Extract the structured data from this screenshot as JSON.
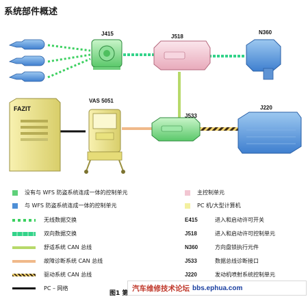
{
  "title": "系统部件概述",
  "components": {
    "j415": "J415",
    "j518": "J518",
    "n360": "N360",
    "vas": "VAS 5051",
    "j533": "J533",
    "j220": "J220",
    "fazit": "FAZIT"
  },
  "legend": {
    "color_items": [
      {
        "text": "没有与 WFS 防盗系统连成一体的控制单元",
        "color": "#5fd07a"
      },
      {
        "text": "与 WFS 防盗系统连成一体的控制单元",
        "color": "#4e8fd6"
      },
      {
        "text": "主控制单元",
        "color": "#f2c6d2"
      },
      {
        "text": "PC 机/大型计算机",
        "color": "#f3f0a0"
      }
    ],
    "line_items": [
      {
        "text": "无线数据交换",
        "color": "#3cd060",
        "style": "dotted"
      },
      {
        "text": "双向数据交换",
        "color": "#33d38a",
        "style": "thick"
      },
      {
        "text": "舒适系统 CAN 总线",
        "color": "#b7d96a",
        "style": "solid"
      },
      {
        "text": "故障诊断系统 CAN 总线",
        "color": "#f0b98a",
        "style": "solid"
      },
      {
        "text": "驱动系统 CAN 总线",
        "color": "#7a5a2a",
        "style": "hatched"
      },
      {
        "text": "PC – 网络",
        "color": "#111111",
        "style": "solid"
      }
    ],
    "code_items": [
      {
        "code": "E415",
        "text": "进入和启动许可开关"
      },
      {
        "code": "J518",
        "text": "进入和启动许可控制单元"
      },
      {
        "code": "N360",
        "text": "方向盘锁执行元件"
      },
      {
        "code": "J533",
        "text": "数据总线诊断接口"
      },
      {
        "code": "J220",
        "text": "发动机喷射系统控制单元"
      }
    ]
  },
  "caption": "图1 第四代",
  "watermark": {
    "cn": "汽车维修技术论坛",
    "url": "bbs.ephua.com"
  }
}
